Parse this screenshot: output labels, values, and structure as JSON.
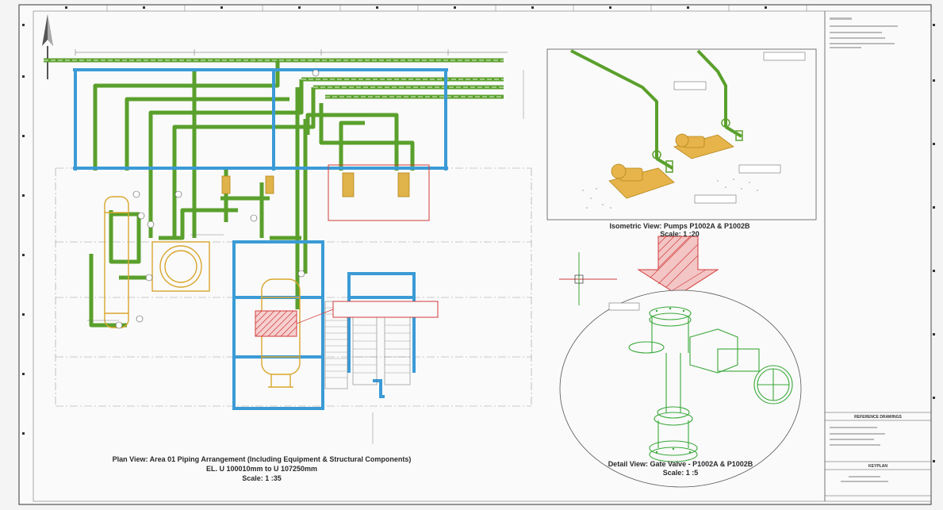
{
  "plan_view": {
    "title": "Plan View: Area 01 Piping Arrangement (Including Equipment & Structural Components)",
    "elevation": "EL. U 100010mm to U 107250mm",
    "scale": "Scale: 1 :35"
  },
  "isometric_view": {
    "title": "Isometric View: Pumps P1002A & P1002B",
    "scale": "Scale: 1 :20"
  },
  "detail_view": {
    "title": "Detail View: Gate Valve - P1002A & P1002B",
    "scale": "Scale: 1 :5"
  },
  "title_block": {
    "section_1": "REFERENCE DRAWINGS",
    "section_2": "KEYPLAN"
  },
  "colors": {
    "pipe_green": "#5aa02c",
    "pipe_blue": "#3b9bd6",
    "equipment_yellow": "#d9a62e",
    "highlight_red": "#d23b3b",
    "line_gray": "#8a8a8a"
  }
}
